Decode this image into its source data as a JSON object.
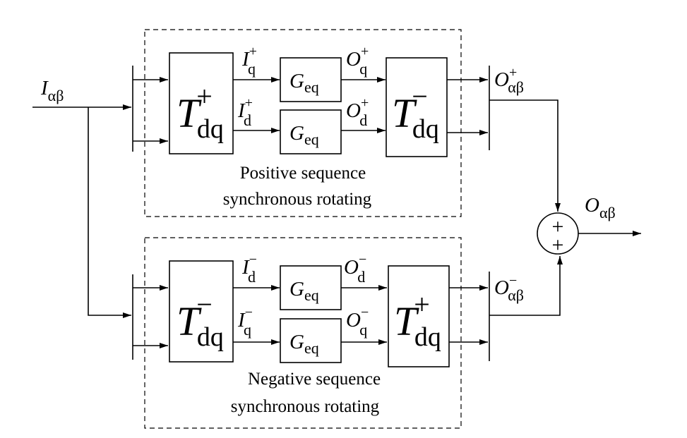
{
  "input": {
    "base": "I",
    "sub": "αβ"
  },
  "output": {
    "base": "O",
    "sub": "αβ"
  },
  "positive": {
    "caption_line1": "Positive sequence",
    "caption_line2": "synchronous rotating",
    "transform_in": {
      "base": "T",
      "sub": "dq",
      "sup": "+"
    },
    "transform_out": {
      "base": "T",
      "sub": "dq",
      "sup": "−"
    },
    "signal_q_in": {
      "base": "I",
      "sub": "q",
      "sup": "+"
    },
    "signal_d_in": {
      "base": "I",
      "sub": "d",
      "sup": "+"
    },
    "signal_q_out": {
      "base": "O",
      "sub": "q",
      "sup": "+"
    },
    "signal_d_out": {
      "base": "O",
      "sub": "d",
      "sup": "+"
    },
    "filter_top": {
      "base": "G",
      "sub": "eq"
    },
    "filter_bottom": {
      "base": "G",
      "sub": "eq"
    },
    "output": {
      "base": "O",
      "sub": "αβ",
      "sup": "+"
    }
  },
  "negative": {
    "caption_line1": "Negative sequence",
    "caption_line2": "synchronous rotating",
    "transform_in": {
      "base": "T",
      "sub": "dq",
      "sup": "−"
    },
    "transform_out": {
      "base": "T",
      "sub": "dq",
      "sup": "+"
    },
    "signal_d_in": {
      "base": "I",
      "sub": "d",
      "sup": "−"
    },
    "signal_q_in": {
      "base": "I",
      "sub": "q",
      "sup": "−"
    },
    "signal_d_out": {
      "base": "O",
      "sub": "d",
      "sup": "−"
    },
    "signal_q_out": {
      "base": "O",
      "sub": "q",
      "sup": "−"
    },
    "filter_top": {
      "base": "G",
      "sub": "eq"
    },
    "filter_bottom": {
      "base": "G",
      "sub": "eq"
    },
    "output": {
      "base": "O",
      "sub": "αβ",
      "sup": "−"
    }
  },
  "summer": {
    "sign_top": "+",
    "sign_bottom": "+"
  }
}
